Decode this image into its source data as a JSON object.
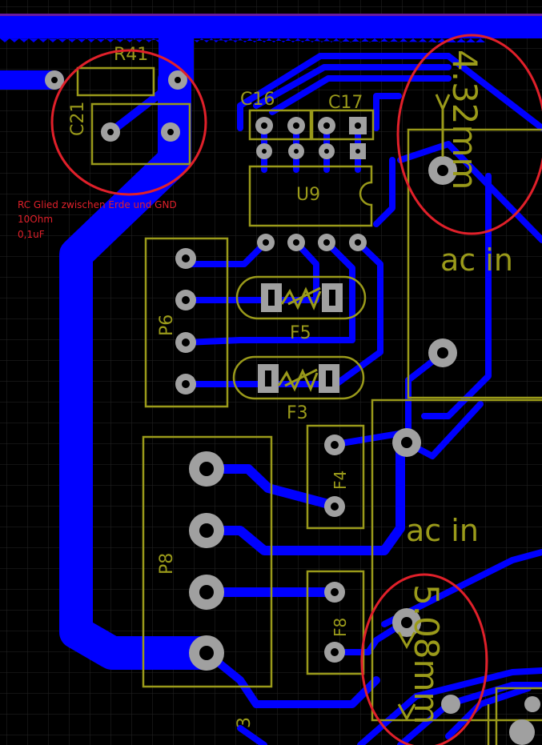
{
  "colors": {
    "background": "#000000",
    "grid": "#2a2a2a",
    "copper": "#0000ff",
    "silkscreen": "#9a9a1a",
    "pad": "#a0a0a0",
    "annotation": "#e0202a"
  },
  "labels": {
    "r41": "R41",
    "c21": "C21",
    "c16": "C16",
    "c17": "C17",
    "u9": "U9",
    "p6": "P6",
    "f5": "F5",
    "f3": "F3",
    "f4": "F4",
    "p8": "P8",
    "f8": "F8",
    "ac_in_top": "ac in",
    "ac_in_bottom": "ac in",
    "dim_top": "4.32mm",
    "dim_bottom": "5.08mm",
    "bottom_partial": "3"
  },
  "note": {
    "line1": "RC Glied zwischen Erde und GND",
    "line2": "10Ohm",
    "line3": "0,1uF"
  },
  "icons": {
    "fuse": "fuse-resistor-icon",
    "marker": "red-circle-marker-icon"
  }
}
